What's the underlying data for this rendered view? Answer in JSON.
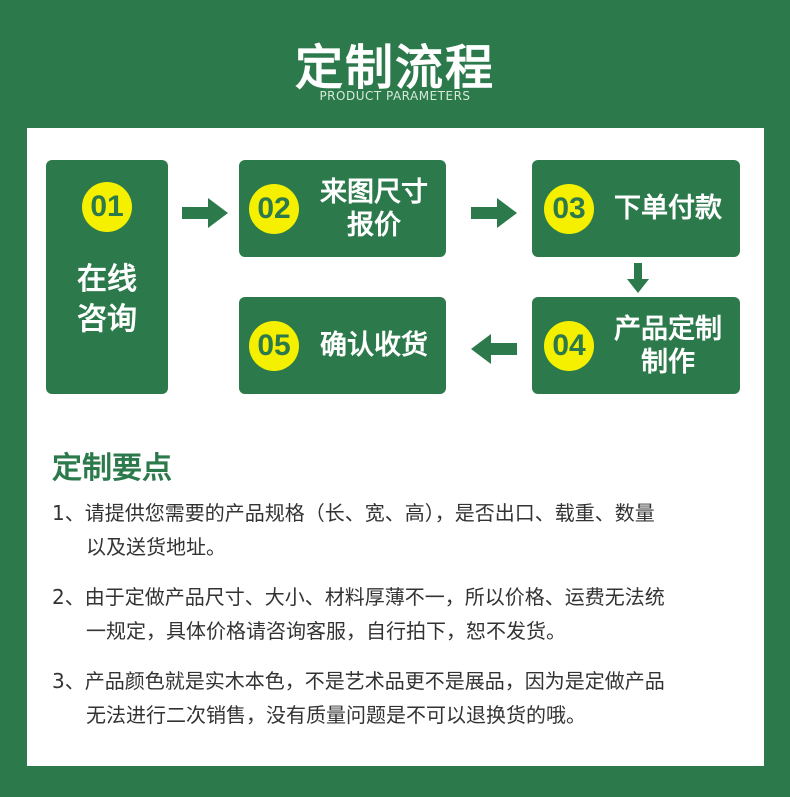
{
  "header": {
    "title": "定制流程",
    "subtitle": "PRODUCT PARAMETERS"
  },
  "steps": [
    {
      "number": "01",
      "line1": "在线",
      "line2": "咨询"
    },
    {
      "number": "02",
      "line1": "来图尺寸",
      "line2": "报价"
    },
    {
      "number": "03",
      "line1": "下单付款",
      "line2": ""
    },
    {
      "number": "04",
      "line1": "产品定制",
      "line2": "制作"
    },
    {
      "number": "05",
      "line1": "确认收货",
      "line2": ""
    }
  ],
  "arrows": [
    "arrow-right-icon",
    "arrow-right-icon",
    "arrow-down-icon",
    "arrow-left-icon"
  ],
  "notes": {
    "title": "定制要点",
    "items": [
      {
        "first": "1、请提供您需要的产品规格（长、宽、高），是否出口、载重、数量",
        "second": "以及送货地址。"
      },
      {
        "first": "2、由于定做产品尺寸、大小、材料厚薄不一，所以价格、运费无法统",
        "second": "一规定，具体价格请咨询客服，自行拍下，恕不发货。"
      },
      {
        "first": "3、产品颜色就是实木本色，不是艺术品更不是展品，因为是定做产品",
        "second": "无法进行二次销售，没有质量问题是不可以退换货的哦。"
      }
    ]
  },
  "colors": {
    "primary_green": "#2c7a4b",
    "badge_yellow": "#f4f000",
    "panel_white": "#ffffff"
  }
}
